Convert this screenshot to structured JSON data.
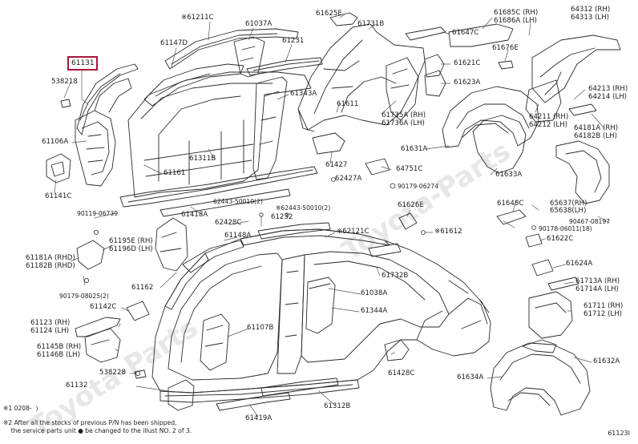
{
  "diagram": {
    "highlighted_part": "61131",
    "watermark": "Toyota-Parts",
    "diagram_code": "61123I",
    "notes": {
      "line1": "※1 0208-  )",
      "line2": "※2 After all the stocks of previous P/N has been shipped,",
      "line3": "    the service parts unit ● be changed to the illust NO. 2 of 3."
    },
    "labels": {
      "p61211C": "※61211C",
      "p61037A": "61037A",
      "p61147D": "61147D",
      "p61231": "61231",
      "p538218": "538218",
      "p61106A": "61106A",
      "p61141C": "61141C",
      "p61343A": "61343A",
      "p61311B": "61311B",
      "p61161": "61161",
      "p61625E": "61625E",
      "p61731B": "61731B",
      "p61647C": "61647C",
      "p61685C": "61685C (RH)",
      "p61686A": "61686A (LH)",
      "p64312": "64312 (RH)",
      "p64313": "64313 (LH)",
      "p61676E": "61676E",
      "p61621C": "61621C",
      "p61623A": "61623A",
      "p61611": "61611",
      "p61735A": "61735A (RH)",
      "p61736A": "61736A (LH)",
      "p64213": "64213 (RH)",
      "p64214": "64214 (LH)",
      "p64211": "64211 (RH)",
      "p64212": "64212 (LH)",
      "p64181A": "64181A (RH)",
      "p64182B": "64182B (LH)",
      "p61631A": "61631A",
      "p61427": "61427",
      "p64751C": "64751C",
      "p62427A": "62427A",
      "p90179_06274": "90179-06274",
      "p61633A": "61633A",
      "p62443_1": "62443-50010(2)",
      "p62443_2": "※62443-50010(2)",
      "p90119_06739": "90119-06739",
      "p61418A": "61418A",
      "p62428C": "62428C",
      "p61232": "61232",
      "p61626E": "61626E",
      "p61648C": "61648C",
      "p65637": "65637(RH)",
      "p65638": "65638(LH)",
      "p90467": "90467-08197",
      "p90178": "90178-06011(18)",
      "p61195E": "61195E (RH)",
      "p61196D": "61196D (LH)",
      "p61148A": "61148A",
      "p62121C": "※62121C",
      "p61612": "※61612",
      "p61622C": "61622C",
      "p61181A": "61181A (RHD)",
      "p61182B": "61182B (RHD)",
      "p61624A": "61624A",
      "p61732B": "61732B",
      "p61038A": "61038A",
      "p61713A": "61713A (RH)",
      "p61714A": "61714A (LH)",
      "p90179_08025": "90179-08025(2)",
      "p61162": "61162",
      "p61142C": "61142C",
      "p61344A": "61344A",
      "p61711": "61711 (RH)",
      "p61712": "61712 (LH)",
      "p61123": "61123 (RH)",
      "p61124": "61124 (LH)",
      "p61107B": "61107B",
      "p61145B": "61145B (RH)",
      "p61146B": "61146B (LH)",
      "p538228": "538228",
      "p61428C": "61428C",
      "p61634A": "61634A",
      "p61632A": "61632A",
      "p61132": "61132",
      "p61312B": "61312B",
      "p61419A": "61419A"
    }
  }
}
